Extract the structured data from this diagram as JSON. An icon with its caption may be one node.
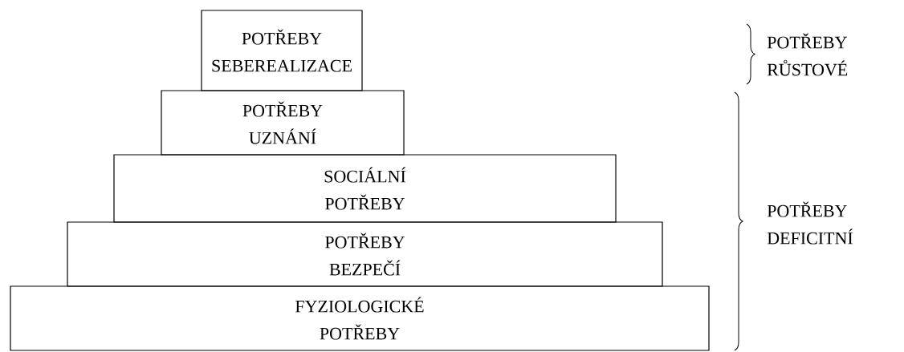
{
  "diagram": {
    "nodes": [
      {
        "text": [
          "POTŘEBY SEBEREALIZACE"
        ]
      },
      {
        "text": [
          "POTŘEBY UZNÁNÍ"
        ]
      },
      {
        "text": [
          "SOCIÁLNÍ POTŘEBY"
        ]
      },
      {
        "text": [
          "POTŘEBY BEZPEČÍ"
        ]
      },
      {
        "text": [
          "FYZIOLOGICKÉ POTŘEBY"
        ]
      }
    ],
    "labels": [
      "POTŘEBY RŮSTOVÉ",
      "POTŘEBY DEFICITNÍ"
    ]
  }
}
